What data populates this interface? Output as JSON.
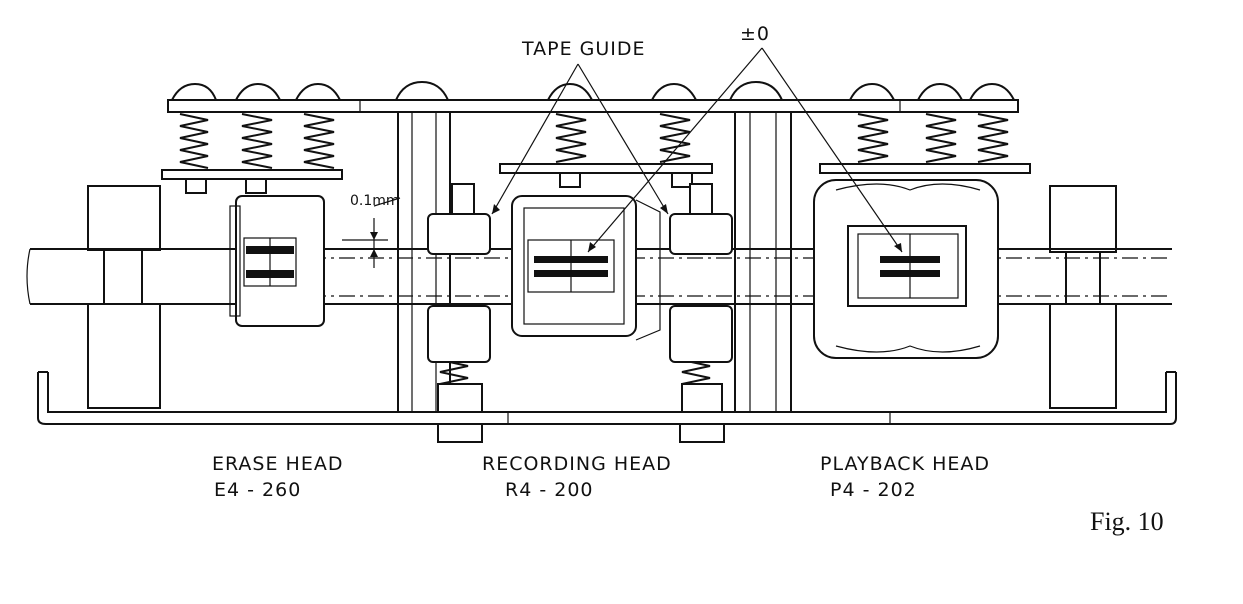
{
  "labels": {
    "tape_guide": "TAPE GUIDE",
    "plus_minus_zero": "±0",
    "dimension": "0.1mm",
    "erase_head_name": "ERASE HEAD",
    "erase_head_model": "E4 - 260",
    "recording_head_name": "RECORDING HEAD",
    "recording_head_model": "R4 - 200",
    "playback_head_name": "PLAYBACK HEAD",
    "playback_head_model": "P4 - 202",
    "figure_caption": "Fig. 10"
  }
}
